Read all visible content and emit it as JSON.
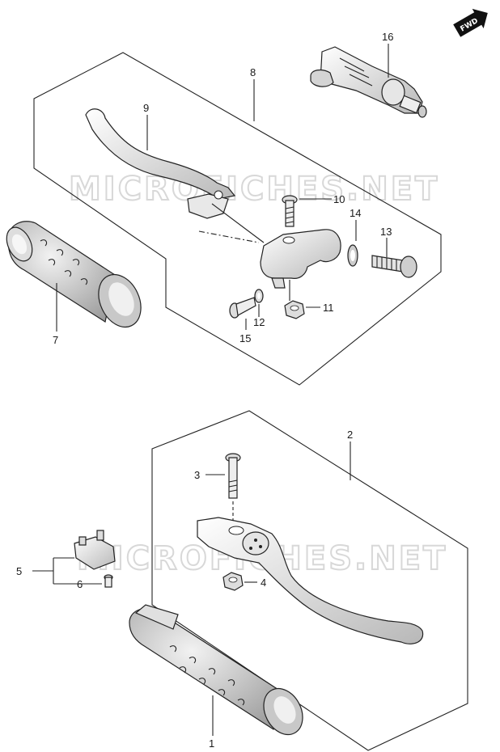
{
  "watermark": "MICROFICHES.NET",
  "fwd_label": "FWD",
  "parts": {
    "p1": "1",
    "p2": "2",
    "p3": "3",
    "p4": "4",
    "p5": "5",
    "p6": "6",
    "p7": "7",
    "p8": "8",
    "p9": "9",
    "p10": "10",
    "p11": "11",
    "p12": "12",
    "p13": "13",
    "p14": "14",
    "p15": "15",
    "p16": "16"
  }
}
